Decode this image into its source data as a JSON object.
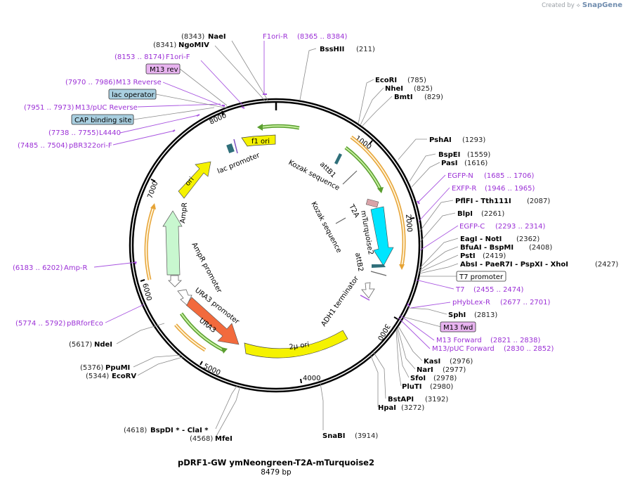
{
  "watermark": {
    "prefix": "Created by",
    "brand": "SnapGene"
  },
  "plasmid": {
    "name": "pDRF1-GW ymNeongreen-T2A-mTurquoise2",
    "length": "8479 bp",
    "total_bp": 8479
  },
  "ticks": [
    "1000",
    "2000",
    "3000",
    "4000",
    "5000",
    "6000",
    "7000",
    "8000"
  ],
  "tick_values": [
    1000,
    2000,
    3000,
    4000,
    5000,
    6000,
    7000,
    8000
  ],
  "features": [
    {
      "label": "f1 ori",
      "color": "#f5f200"
    },
    {
      "label": "attB1",
      "color": "#2f6f7a"
    },
    {
      "label": "lac promoter",
      "color": "#ffffff"
    },
    {
      "label": "Kozak sequence",
      "color": "#ffffff"
    },
    {
      "label": "Kozak sequence",
      "color": "#ffffff"
    },
    {
      "label": "T2A",
      "color": "#ffffff"
    },
    {
      "label": "mTurquoise2",
      "color": "#00e5ff"
    },
    {
      "label": "attB2",
      "color": "#ffffff"
    },
    {
      "label": "ADH1 terminator",
      "color": "#ffffff"
    },
    {
      "label": "2µ ori",
      "color": "#f5f200"
    },
    {
      "label": "URA3",
      "color": "#f26a3d"
    },
    {
      "label": "URA3 promoter",
      "color": "#ffffff"
    },
    {
      "label": "AmpR promoter",
      "color": "#ffffff"
    },
    {
      "label": "AmpR",
      "color": "#c8f7cf"
    },
    {
      "label": "ori",
      "color": "#f5f200"
    }
  ],
  "enzymes": [
    {
      "name": "NaeI",
      "pos": "(8343)"
    },
    {
      "name": "NgoMIV",
      "pos": "(8341)"
    },
    {
      "name": "BssHII",
      "pos": "(211)"
    },
    {
      "name": "EcoRI",
      "pos": "(785)"
    },
    {
      "name": "NheI",
      "pos": "(825)"
    },
    {
      "name": "BmtI",
      "pos": "(829)"
    },
    {
      "name": "PshAI",
      "pos": "(1293)"
    },
    {
      "name": "BspEI",
      "pos": "(1559)"
    },
    {
      "name": "PasI",
      "pos": "(1616)"
    },
    {
      "name": "PflFI  -  Tth111I",
      "pos": "(2087)"
    },
    {
      "name": "BlpI",
      "pos": "(2261)"
    },
    {
      "name": "EagI  -  NotI",
      "pos": "(2362)"
    },
    {
      "name": "BfuAI  -  BspMI",
      "pos": "(2408)"
    },
    {
      "name": "PstI",
      "pos": "(2419)"
    },
    {
      "name": "AbsI  -  PaeR7I  -  PspXI  -  XhoI",
      "pos": "(2427)"
    },
    {
      "name": "SphI",
      "pos": "(2813)"
    },
    {
      "name": "KasI",
      "pos": "(2976)"
    },
    {
      "name": "NarI",
      "pos": "(2977)"
    },
    {
      "name": "SfoI",
      "pos": "(2978)"
    },
    {
      "name": "PluTI",
      "pos": "(2980)"
    },
    {
      "name": "BstAPI",
      "pos": "(3192)"
    },
    {
      "name": "HpaI",
      "pos": "(3272)"
    },
    {
      "name": "SnaBI",
      "pos": "(3914)"
    },
    {
      "name": "BspDI *  -  ClaI *",
      "pos": "(4618)"
    },
    {
      "name": "MfeI",
      "pos": "(4568)"
    },
    {
      "name": "EcoRV",
      "pos": "(5344)"
    },
    {
      "name": "PpuMI",
      "pos": "(5376)"
    },
    {
      "name": "NdeI",
      "pos": "(5617)"
    }
  ],
  "primers": [
    {
      "name": "F1ori-R",
      "pos": "(8365 .. 8384)"
    },
    {
      "name": "F1ori-F",
      "pos": "(8153 .. 8174)"
    },
    {
      "name": "M13 Reverse",
      "pos": "(7970 .. 7986)"
    },
    {
      "name": "M13/pUC Reverse",
      "pos": "(7951 .. 7973)"
    },
    {
      "name": "L4440",
      "pos": "(7738 .. 7755)"
    },
    {
      "name": "pBR322ori-F",
      "pos": "(7485 .. 7504)"
    },
    {
      "name": "EGFP-N",
      "pos": "(1685 .. 1706)"
    },
    {
      "name": "EXFP-R",
      "pos": "(1946 .. 1965)"
    },
    {
      "name": "EGFP-C",
      "pos": "(2293 .. 2314)"
    },
    {
      "name": "T7",
      "pos": "(2455 .. 2474)"
    },
    {
      "name": "pHybLex-R",
      "pos": "(2677 .. 2701)"
    },
    {
      "name": "M13 Forward",
      "pos": "(2821 .. 2838)"
    },
    {
      "name": "M13/pUC Forward",
      "pos": "(2830 .. 2852)"
    },
    {
      "name": "Amp-R",
      "pos": "(6183 .. 6202)"
    },
    {
      "name": "pBRforEco",
      "pos": "(5774 .. 5792)"
    }
  ],
  "boxes": [
    {
      "label": "M13 rev",
      "fill": "#e8b4f0"
    },
    {
      "label": "lac operator",
      "fill": "#a9cfe0"
    },
    {
      "label": "CAP binding site",
      "fill": "#a9cfe0"
    },
    {
      "label": "T7 promoter",
      "fill": "#ffffff"
    },
    {
      "label": "M13 fwd",
      "fill": "#e8b4f0"
    }
  ]
}
